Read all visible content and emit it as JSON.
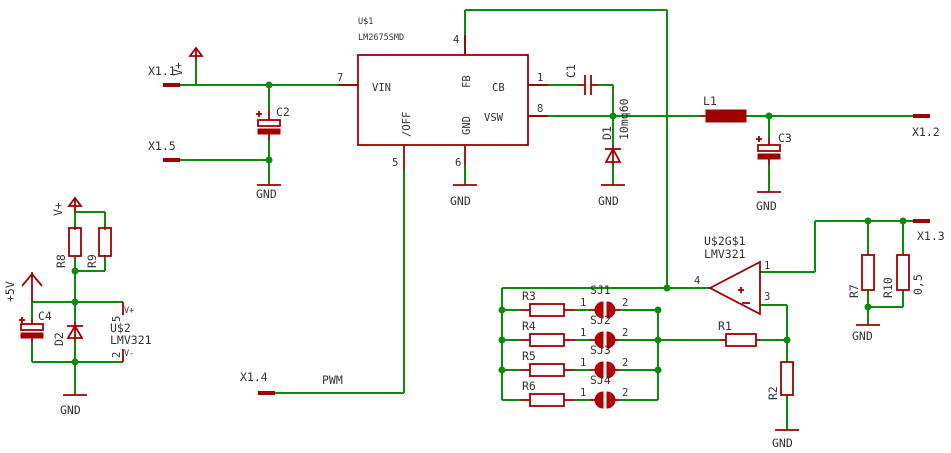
{
  "labels": {
    "u1_name": "U$1",
    "u1_value": "LM2675SMD",
    "u1_vin": "VIN",
    "u1_fb": "FB",
    "u1_cb": "CB",
    "u1_vsw": "VSW",
    "u1_off": "/OFF",
    "u1_gnd": "GND",
    "pin_7": "7",
    "pin_4_u1": "4",
    "pin_1_u1": "1",
    "pin_8": "8",
    "pin_5_u1": "5",
    "pin_6": "6",
    "c1": "C1",
    "c2": "C2",
    "c3": "C3",
    "c4": "C4",
    "l1": "L1",
    "d1": "D1",
    "d1_value": "10mq60",
    "d2": "D2",
    "x1_1": "X1.1",
    "x1_2": "X1.2",
    "x1_3": "X1.3",
    "x1_4": "X1.4",
    "x1_5": "X1.5",
    "vplus_top": "V+",
    "vplus_left": "V+",
    "plus5v": "+5V",
    "pwm": "PWM",
    "gnd_c2": "GND",
    "gnd_u1": "GND",
    "gnd_d1": "GND",
    "gnd_c3": "GND",
    "gnd_left": "GND",
    "gnd_r2": "GND",
    "gnd_r7": "GND",
    "r1": "R1",
    "r2": "R2",
    "r3": "R3",
    "r4": "R4",
    "r5": "R5",
    "r6": "R6",
    "r7": "R7",
    "r8": "R8",
    "r9": "R9",
    "r10": "R10",
    "r10_value": "0,5",
    "sj1": "SJ1",
    "sj2": "SJ2",
    "sj3": "SJ3",
    "sj4": "SJ4",
    "sj_pin1_a": "1",
    "sj_pin2_a": "2",
    "sj_pin1_b": "1",
    "sj_pin2_b": "2",
    "sj_pin1_c": "1",
    "sj_pin2_c": "2",
    "sj_pin1_d": "1",
    "sj_pin2_d": "2",
    "u2_gate_name": "U$2G$1",
    "u2_gate_value": "LMV321",
    "u2_out_pin": "1",
    "u2_inm_pin": "4",
    "u2_inp_pin": "3",
    "u2_name": "U$2",
    "u2_value": "LMV321",
    "u2_pin5": "5",
    "u2_pin2": "2",
    "u2_vplus": "V+",
    "u2_vminus": "V-"
  },
  "colors": {
    "wire": "#0a8c0a",
    "symbol": "#a00000",
    "text": "#333333"
  }
}
